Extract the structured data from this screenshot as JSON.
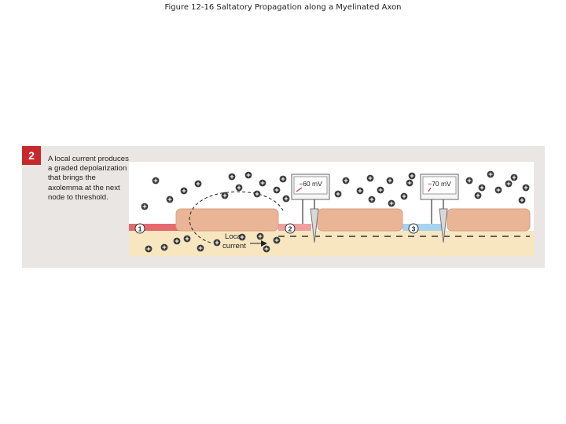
{
  "figure": {
    "title": "Figure 12-16 Saltatory Propagation along a Myelinated Axon"
  },
  "panel": {
    "step_number": "2",
    "caption": "A local current produces a graded depolarization that brings the axolemma at the next node to threshold.",
    "local_current_line1": "Local",
    "local_current_line2": "current",
    "nodes": [
      "1",
      "2",
      "3"
    ],
    "meters": [
      {
        "reading": "−60 mV"
      },
      {
        "reading": "−70 mV"
      }
    ]
  },
  "colors": {
    "panel_bg": "#eae6e3",
    "extracellular": "#ffffff",
    "axoplasm": "#f7e6bf",
    "myelin": "#eab597",
    "active_membrane": "#e56a6e",
    "depolarizing_membrane": "#eea0a0",
    "resting_membrane": "#a7d3ee",
    "badge": "#c8282c"
  }
}
